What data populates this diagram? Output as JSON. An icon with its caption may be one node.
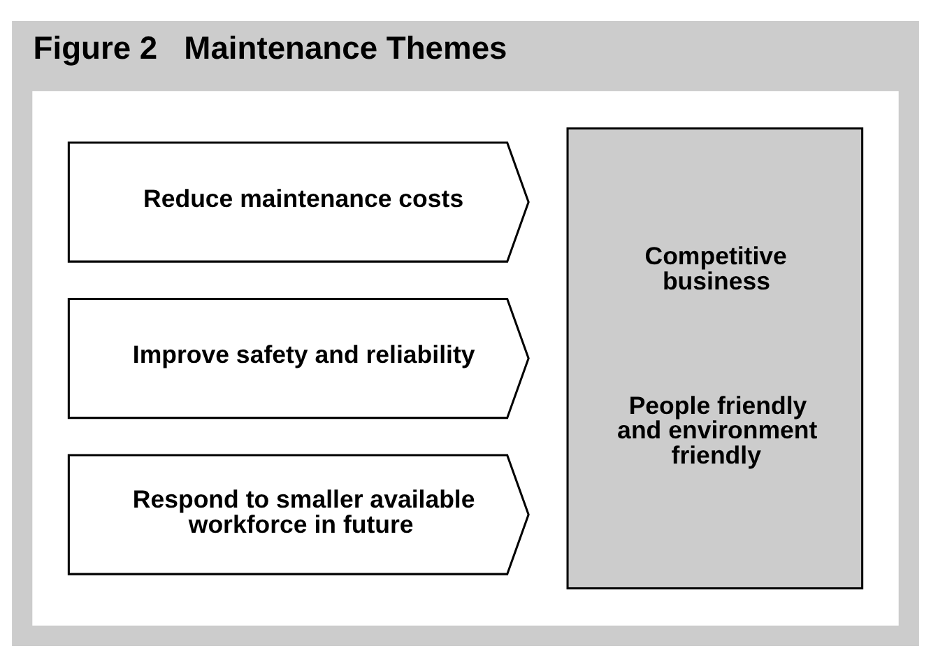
{
  "diagram": {
    "title": "Figure 2   Maintenance Themes",
    "nodes": [
      {
        "text": [],
        "shape": "box"
      },
      {
        "text": [
          "Reduce maintenance costs"
        ],
        "in": 0
      },
      {
        "text": [
          "Improve safety and reliability"
        ],
        "in": 0
      },
      {
        "text": [
          "Respond to smaller available workforce in future"
        ],
        "in": 0
      },
      {
        "text": [
          "Competitive business",
          "People friendly and environment friendly"
        ],
        "in": 0
      }
    ]
  }
}
